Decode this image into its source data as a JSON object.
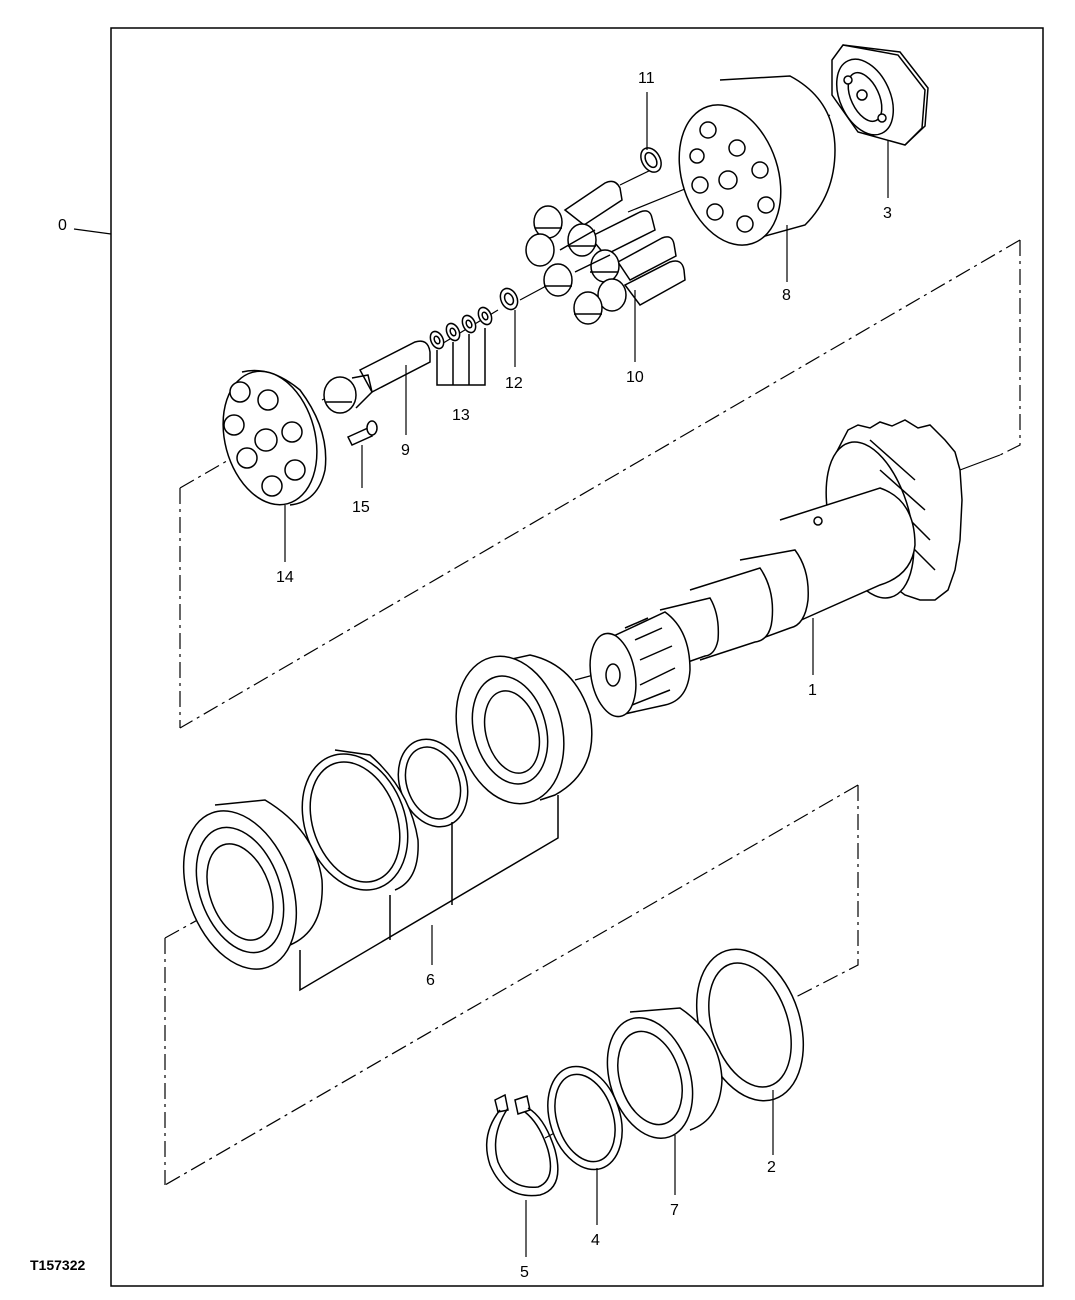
{
  "figure_id": "T157322",
  "callouts": {
    "c0": "0",
    "c1": "1",
    "c2": "2",
    "c3": "3",
    "c4": "4",
    "c5": "5",
    "c6": "6",
    "c7": "7",
    "c8": "8",
    "c9": "9",
    "c10": "10",
    "c11": "11",
    "c12": "12",
    "c13": "13",
    "c14": "14",
    "c15": "15"
  },
  "colors": {
    "line": "#000000",
    "background": "#ffffff"
  }
}
